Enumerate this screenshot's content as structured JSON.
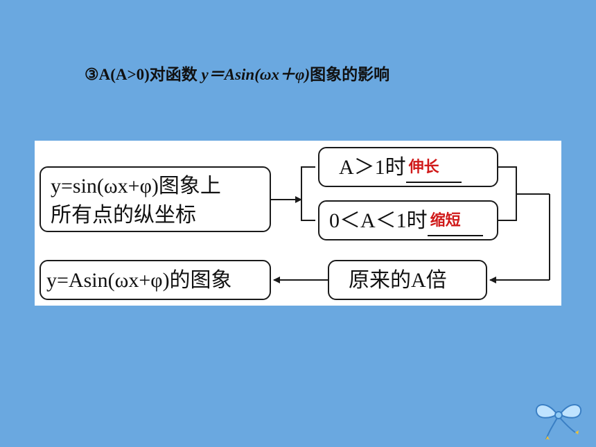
{
  "heading": {
    "prefix": "③A(A>0)对函数 ",
    "formula": "y＝Asin(ωx＋φ)",
    "suffix": "图象的影响"
  },
  "diagram": {
    "start_box": {
      "line1": "y=sin(ωx+φ)图象上",
      "line2": "所有点的纵坐标"
    },
    "case_gt1": {
      "label": "A＞1时",
      "answer": "伸长"
    },
    "case_lt1": {
      "label": "0＜A＜1时",
      "answer": "缩短"
    },
    "multiply_box": {
      "label": "原来的A倍"
    },
    "result_box": {
      "label": "y=Asin(ωx+φ)的图象"
    }
  },
  "colors": {
    "background": "#6aa8e0",
    "panel": "#ffffff",
    "answer": "#d01919"
  },
  "decoration_icon": "ribbon-bow-icon"
}
